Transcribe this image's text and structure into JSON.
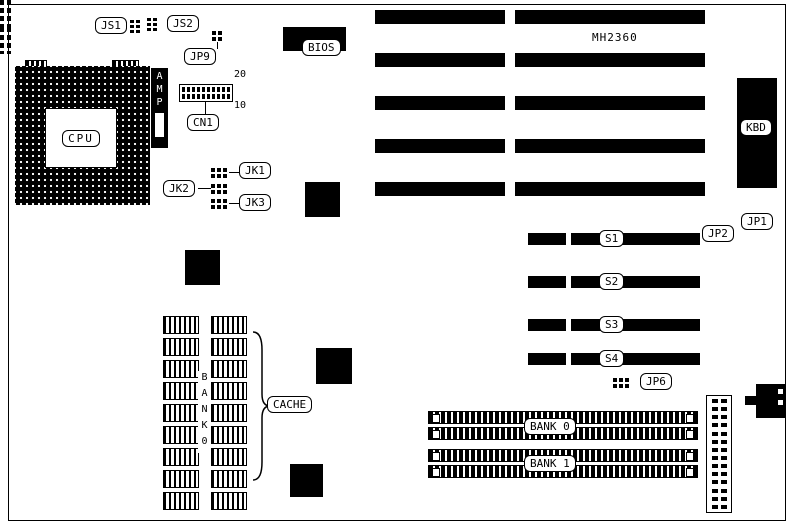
{
  "board": {
    "model": "MH2360"
  },
  "labels": {
    "cpu": "CPU",
    "amp": "AMP",
    "js1": "JS1",
    "js2": "JS2",
    "jp9": "JP9",
    "cn1": "CN1",
    "cn1_pin_top": "20",
    "cn1_pin_bottom": "10",
    "bios": "BIOS",
    "kbd": "KBD",
    "jk1": "JK1",
    "jk2": "JK2",
    "jk3": "JK3",
    "jp1": "JP1",
    "jp2": "JP2",
    "jp6": "JP6",
    "s1": "S1",
    "s2": "S2",
    "s3": "S3",
    "s4": "S4",
    "cache": "CACHE",
    "bank0_vertical": "BANK0",
    "simm_bank0": "BANK 0",
    "simm_bank1": "BANK 1"
  },
  "colors": {
    "ink": "#000000",
    "paper": "#ffffff"
  }
}
